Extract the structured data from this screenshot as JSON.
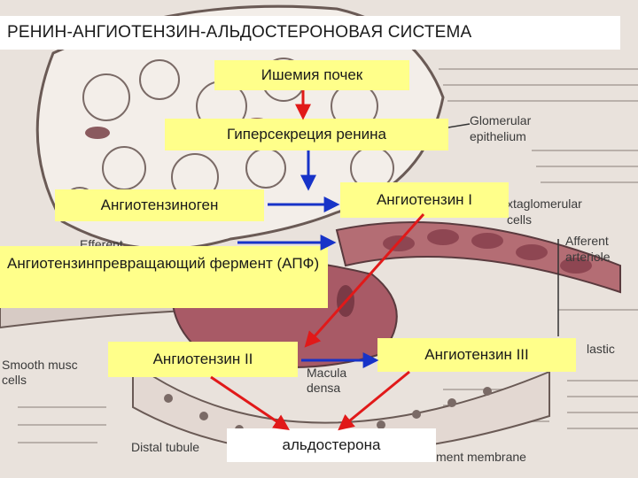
{
  "title": "РЕНИН-АНГИОТЕНЗИН-АЛЬДОСТЕРОНОВАЯ СИСТЕМА",
  "nodes": {
    "ischemia": "Ишемия почек",
    "renin_hypersecretion": "Гиперсекреция ренина",
    "angiotensinogen": "Ангиотензиноген",
    "angiotensin_1": "Ангиотензин I",
    "ace": "Ангиотензинпревращающий фермент (АПФ)",
    "angiotensin_2": "Ангиотензин II",
    "angiotensin_3": "Ангиотензин III",
    "aldosterone": "альдостерона"
  },
  "background_labels": {
    "glomerular_epithelium_1": "Glomerular",
    "glomerular_epithelium_2": "epithelium",
    "juxtaglomerular_1": "xtaglomerular",
    "juxtaglomerular_2": "cells",
    "afferent_1": "Afferent",
    "afferent_2": "arteriole",
    "efferent": "Efferent",
    "smooth_muscle_1": "Smooth musc",
    "smooth_muscle_2": "cells",
    "macula_densa_1": "Macula",
    "macula_densa_2": "densa",
    "distal_tubule": "Distal tubule",
    "basement_membrane": "ment membrane",
    "elastic": "lastic"
  },
  "colors": {
    "red_arrow": "#e11919",
    "blue_arrow": "#1733c8",
    "yellow_box": "#ffff8a",
    "white_box": "#ffffff"
  }
}
